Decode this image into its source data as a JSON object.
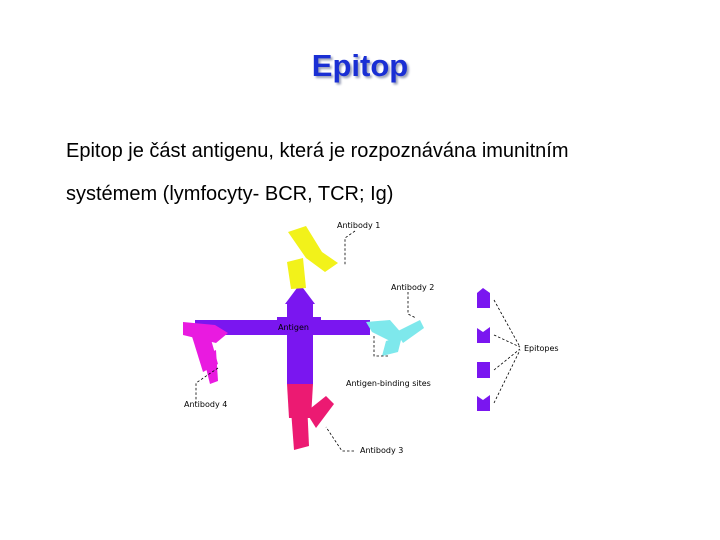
{
  "slide": {
    "title": "Epitop",
    "text_lines": [
      "Epitop je část antigenu, která je rozpoznávána imunitním",
      "systémem (lymfocyty- BCR, TCR; Ig)"
    ]
  },
  "diagram": {
    "labels": {
      "antibody1": "Antibody 1",
      "antibody2": "Antibody 2",
      "antibody3": "Antibody 3",
      "antibody4": "Antibody 4",
      "antigen": "Antigen",
      "binding_sites": "Antigen-binding sites",
      "epitopes": "Epitopes"
    },
    "colors": {
      "antigen": "#7a16f0",
      "antibody1": "#f2f21a",
      "antibody2": "#7ee8ec",
      "antibody3": "#ec1a72",
      "antibody4": "#e91ae0"
    }
  }
}
